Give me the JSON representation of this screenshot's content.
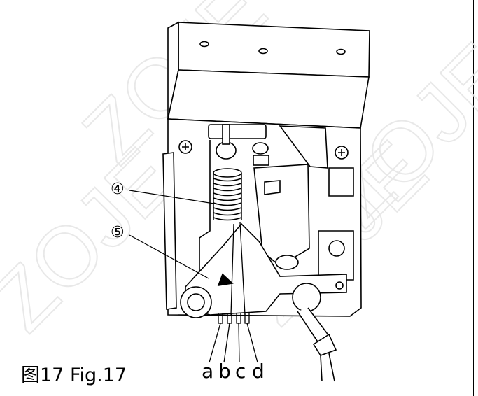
{
  "figure": {
    "caption": "图17 Fig.17",
    "part_labels": [
      "a",
      "b",
      "c",
      "d"
    ],
    "callouts": [
      "④",
      "⑤"
    ],
    "watermark": "ZOJE"
  }
}
